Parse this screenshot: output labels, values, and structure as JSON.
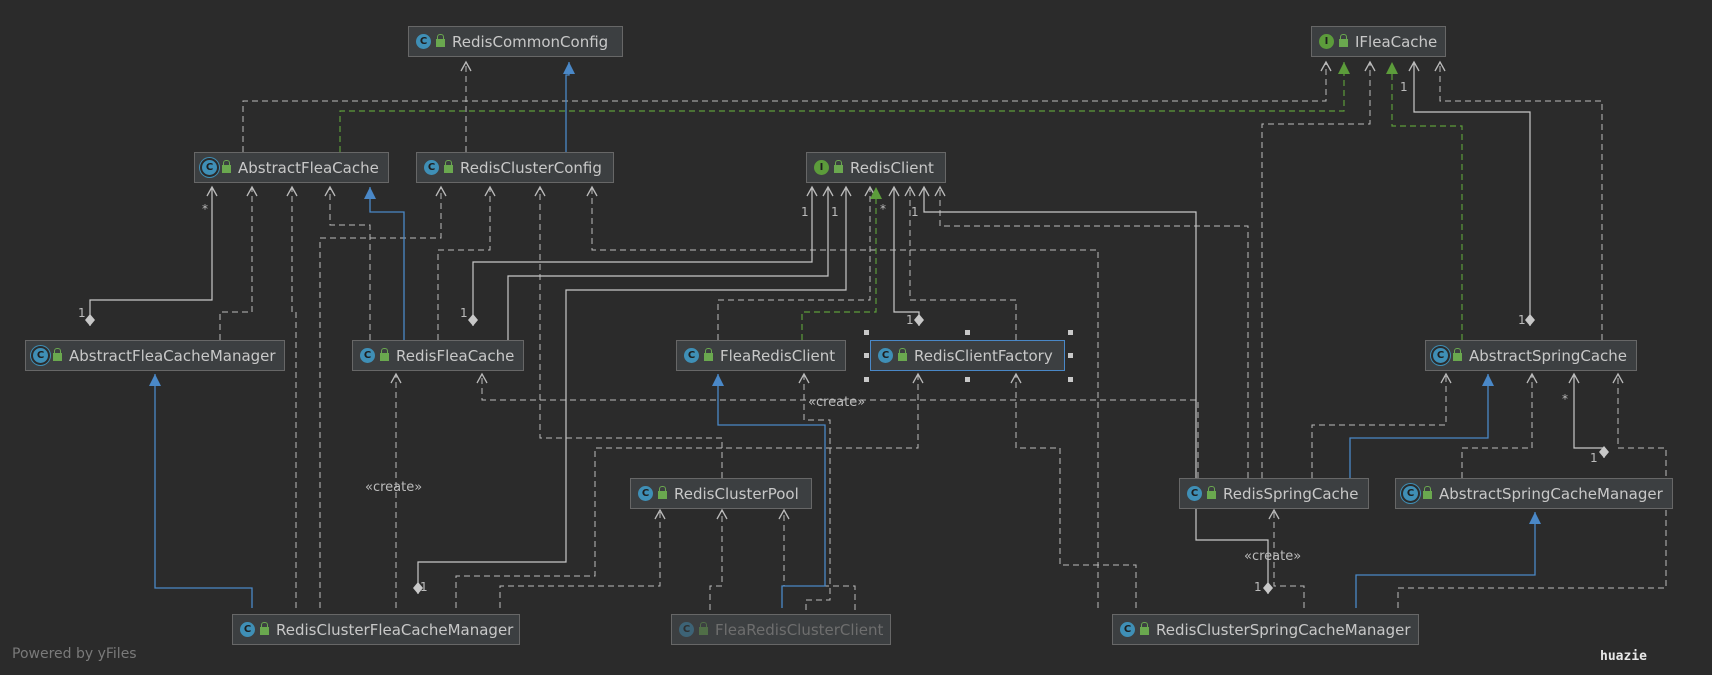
{
  "nodes": [
    {
      "label": "RedisCommonConfig",
      "kind": "class"
    },
    {
      "label": "IFleaCache",
      "kind": "interface"
    },
    {
      "label": "AbstractFleaCache",
      "kind": "abstract"
    },
    {
      "label": "RedisClusterConfig",
      "kind": "class"
    },
    {
      "label": "RedisClient",
      "kind": "interface"
    },
    {
      "label": "AbstractFleaCacheManager",
      "kind": "abstract"
    },
    {
      "label": "RedisFleaCache",
      "kind": "class"
    },
    {
      "label": "FleaRedisClient",
      "kind": "class"
    },
    {
      "label": "RedisClientFactory",
      "kind": "class"
    },
    {
      "label": "AbstractSpringCache",
      "kind": "abstract"
    },
    {
      "label": "RedisClusterPool",
      "kind": "class"
    },
    {
      "label": "RedisSpringCache",
      "kind": "class"
    },
    {
      "label": "AbstractSpringCacheManager",
      "kind": "abstract"
    },
    {
      "label": "RedisClusterFleaCacheManager",
      "kind": "class"
    },
    {
      "label": "FleaRedisClusterClient",
      "kind": "class"
    },
    {
      "label": "RedisClusterSpringCacheManager",
      "kind": "class"
    }
  ],
  "edge_labels": {
    "create": "«create»"
  },
  "multiplicities": {
    "one": "1",
    "many": "*"
  },
  "footer": "Powered by yFiles",
  "watermark": "huazie",
  "colors": {
    "background": "#2b2b2b",
    "node_fill": "#3c3f41",
    "dependency": "#bbbbbb",
    "inheritance": "#4a88c7",
    "realization": "#5c9c3b"
  }
}
